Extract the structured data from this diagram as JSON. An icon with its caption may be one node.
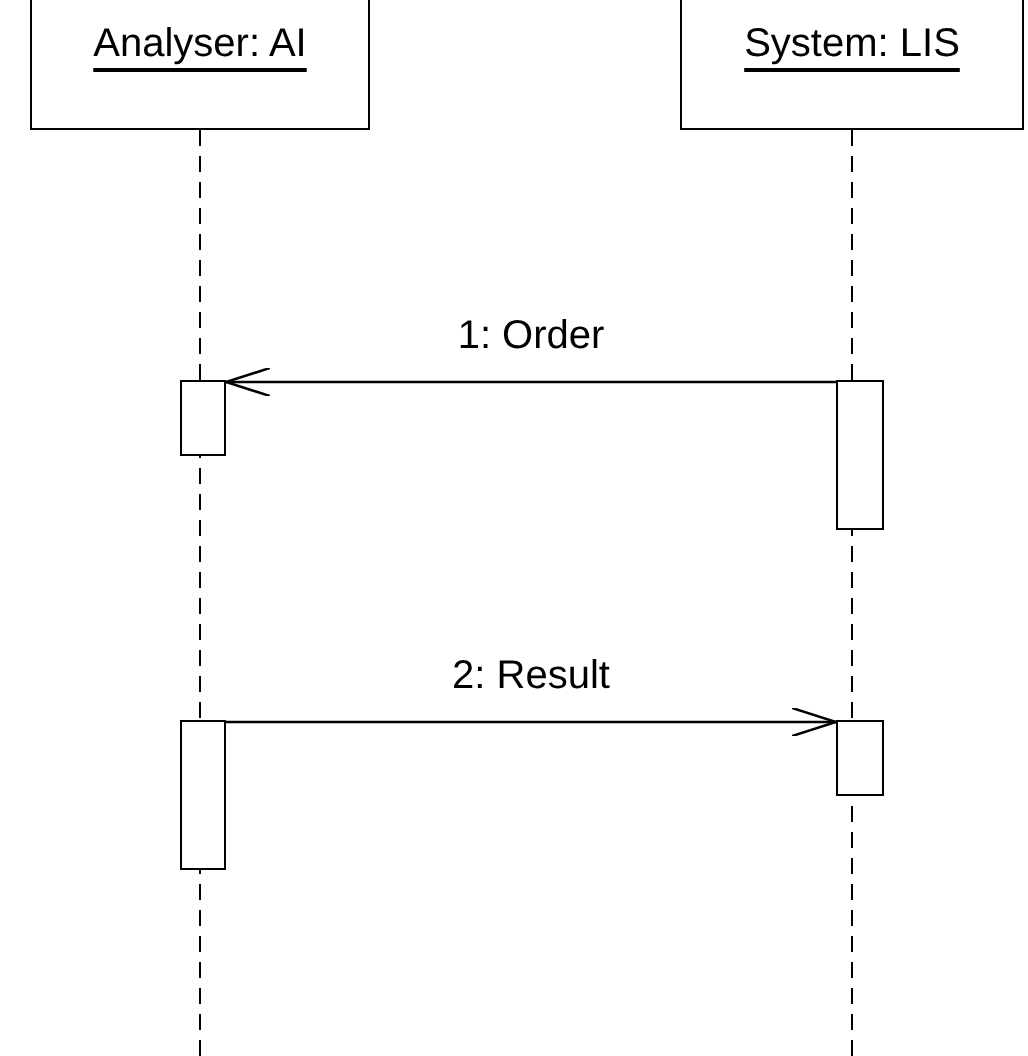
{
  "diagram": {
    "nodes": [
      {
        "text": [
          "Analyser: AI"
        ]
      },
      {
        "text": [
          "System: LIS"
        ]
      },
      {
        "text": [],
        "shape": "bar"
      },
      {
        "text": [],
        "shape": "bar"
      },
      {
        "text": [],
        "shape": "bar"
      },
      {
        "text": [],
        "shape": "bar"
      }
    ],
    "edges": [
      {
        "from": 3,
        "to": 2,
        "arrow": "to",
        "label": "1: Order"
      },
      {
        "from": 4,
        "to": 5,
        "arrow": "to",
        "label": "2: Result"
      }
    ]
  }
}
